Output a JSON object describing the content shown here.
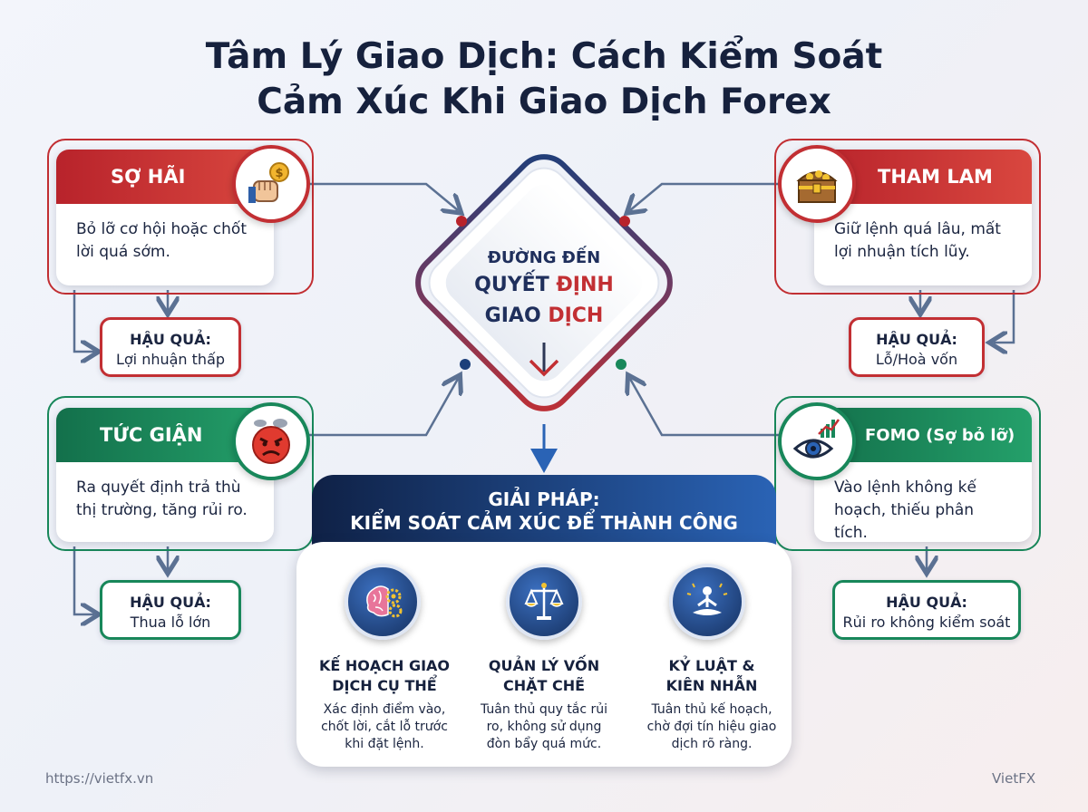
{
  "title_line1": "Tâm Lý Giao Dịch: Cách Kiểm Soát",
  "title_line2": "Cảm Xúc Khi Giao Dịch Forex",
  "center": {
    "line1": "ĐƯỜNG ĐẾN",
    "line2_a": "QUYẾT ",
    "line2_b": "ĐỊNH",
    "line3_a": "GIAO ",
    "line3_b": "DỊCH"
  },
  "emotions": [
    {
      "name": "SỢ HÃI",
      "desc": "Bỏ lỡ cơ hội hoặc chốt lời quá sớm.",
      "cons_label": "HẬU QUẢ:",
      "cons_value": "Lợi nhuận thấp",
      "icon": "fist-coin-icon",
      "color": "#c22f33"
    },
    {
      "name": "THAM LAM",
      "desc": "Giữ lệnh quá lâu, mất lợi nhuận tích lũy.",
      "cons_label": "HẬU QUẢ:",
      "cons_value": "Lỗ/Hoà vốn",
      "icon": "treasure-chest-icon",
      "color": "#c22f33"
    },
    {
      "name": "TỨC GIẬN",
      "desc": "Ra quyết định trả thù thị trường, tăng rủi ro.",
      "cons_label": "HẬU QUẢ:",
      "cons_value": "Thua lỗ lớn",
      "icon": "angry-face-icon",
      "color": "#18875a"
    },
    {
      "name": "FOMO (Sợ bỏ lỡ)",
      "desc": "Vào lệnh không kế hoạch, thiếu phân tích.",
      "cons_label": "HẬU QUẢ:",
      "cons_value": "Rủi ro không kiểm soát",
      "icon": "eye-chart-icon",
      "color": "#18875a"
    }
  ],
  "solution": {
    "header_line1": "GIẢI PHÁP:",
    "header_line2": "KIỂM SOÁT CẢM XÚC ĐỂ THÀNH CÔNG",
    "steps": [
      {
        "title_line1": "KẾ HOẠCH GIAO",
        "title_line2": "DỊCH CỤ THỂ",
        "desc_line1": "Xác định điểm vào,",
        "desc_line2": "chốt lời, cắt lỗ trước",
        "desc_line3": "khi đặt lệnh.",
        "icon": "brain-gear-icon"
      },
      {
        "title_line1": "QUẢN LÝ VỐN",
        "title_line2": "CHẶT CHẼ",
        "desc_line1": "Tuân thủ quy tắc rủi",
        "desc_line2": "ro, không sử dụng",
        "desc_line3": "đòn bẩy quá mức.",
        "icon": "scales-icon"
      },
      {
        "title_line1": "KỶ LUẬT &",
        "title_line2": "KIÊN NHẪN",
        "desc_line1": "Tuân thủ kế hoạch,",
        "desc_line2": "chờ đợi tín hiệu giao",
        "desc_line3": "dịch rõ ràng.",
        "icon": "meditation-icon"
      }
    ]
  },
  "footer": {
    "url": "https://vietfx.vn",
    "brand": "VietFX"
  },
  "colors": {
    "red": "#c22f33",
    "green": "#18875a",
    "navy": "#16213d",
    "blue": "#2a63b5"
  }
}
